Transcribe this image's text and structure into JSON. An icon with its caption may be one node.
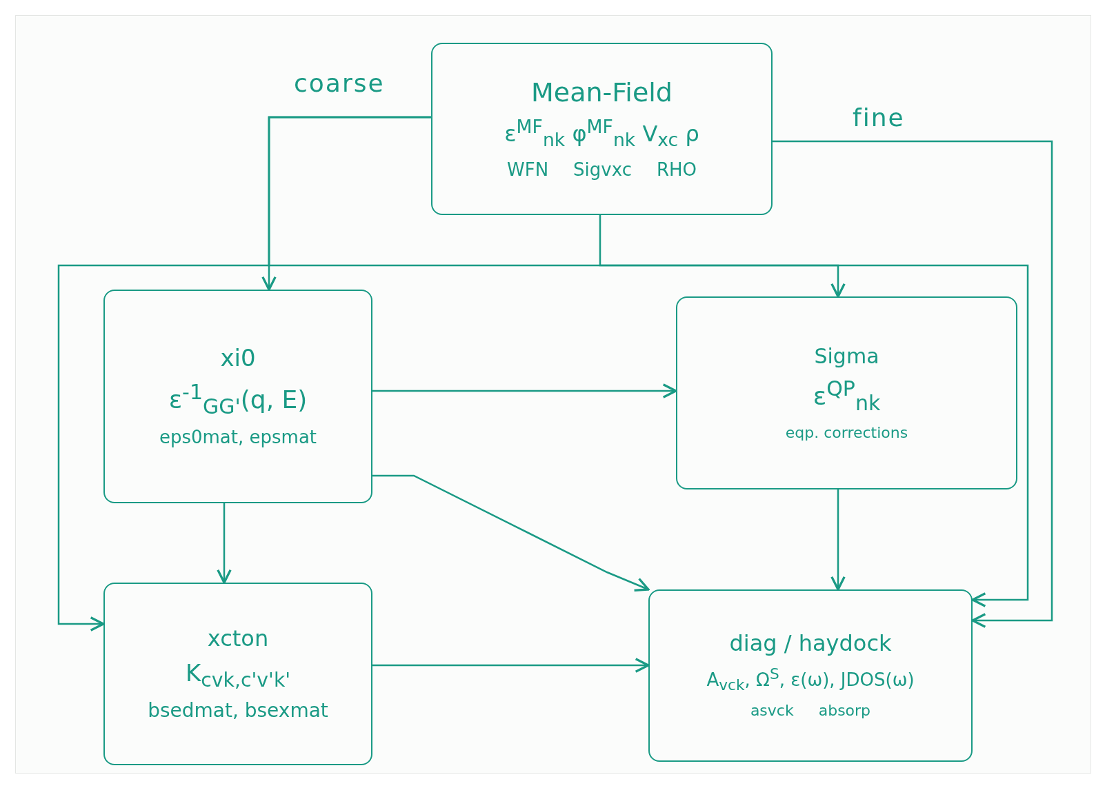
{
  "diagram": {
    "nodes": [
      {
        "text": [
          "Mean-Field",
          "ε$^{MF}$$_{nk}$ φ$^{MF}$$_{nk}$ V$_{xc}$ ρ",
          "WFN",
          "Sigvxc",
          "RHO"
        ]
      },
      {
        "text": [
          "xi0",
          "ε$^{-1}$$_{GG'}$(q, E)",
          "eps0mat, epsmat"
        ]
      },
      {
        "text": [
          "Sigma",
          "ε$^{QP}$$_{nk}$",
          "eqp. corrections"
        ]
      },
      {
        "text": [
          "xcton",
          "K$_{cvk,c'v'k'}$",
          "bsedmat, bsexmat"
        ]
      },
      {
        "text": [
          "diag / haydock",
          "A$_{vck}$, Ω$^{S}$, ε(ω), JDOS(ω)",
          "asvck",
          "absorp"
        ]
      }
    ],
    "edges": [
      {
        "from": 0,
        "to": 1,
        "arrow": "to",
        "label": "coarse"
      },
      {
        "from": 0,
        "to": 2,
        "arrow": "to"
      },
      {
        "from": 0,
        "to": 3,
        "arrow": "to"
      },
      {
        "from": 0,
        "to": 4,
        "arrow": "to"
      },
      {
        "from": 0,
        "to": 4,
        "arrow": "to",
        "label": "fine"
      },
      {
        "from": 1,
        "to": 2,
        "arrow": "to"
      },
      {
        "from": 1,
        "to": 3,
        "arrow": "to"
      },
      {
        "from": 1,
        "to": 4,
        "arrow": "to"
      },
      {
        "from": 2,
        "to": 4,
        "arrow": "to"
      },
      {
        "from": 3,
        "to": 4,
        "arrow": "to"
      }
    ]
  }
}
